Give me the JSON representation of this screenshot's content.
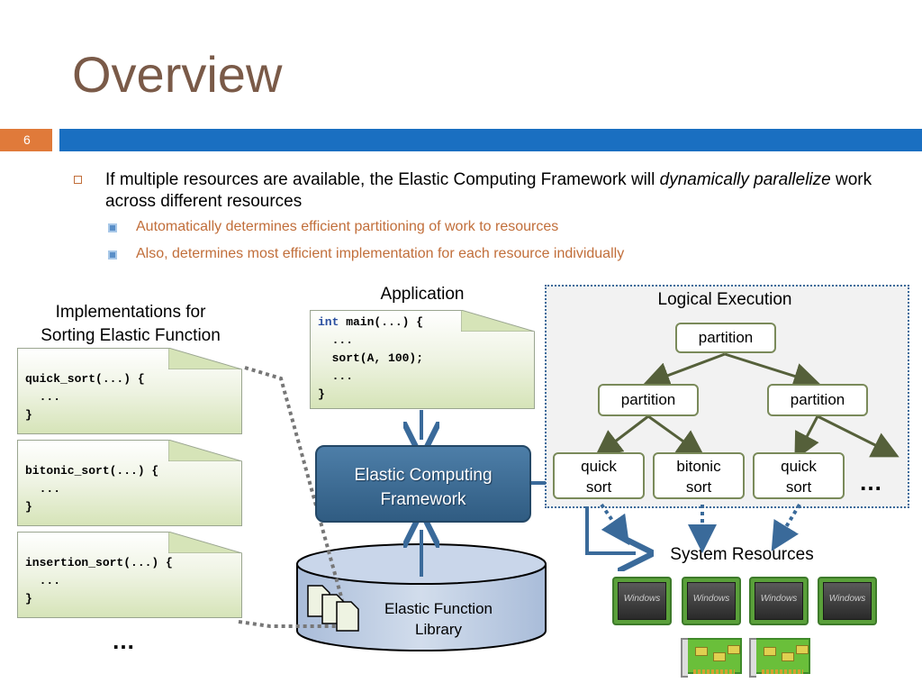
{
  "slide": {
    "title": "Overview",
    "number": "6"
  },
  "bullets": {
    "main_pre": "If multiple resources are available, the Elastic Computing Framework will ",
    "main_em": "dynamically parallelize",
    "main_post": " work across different resources",
    "sub": [
      "Automatically determines efficient partitioning of work to resources",
      "Also, determines most efficient implementation for each resource individually"
    ]
  },
  "implementations": {
    "heading_line1": "Implementations for",
    "heading_line2": "Sorting Elastic Function",
    "docs": [
      {
        "line1": "quick_sort(...) {",
        "line2": "  ...",
        "line3": "}"
      },
      {
        "line1": "bitonic_sort(...) {",
        "line2": "  ...",
        "line3": "}"
      },
      {
        "line1": "insertion_sort(...) {",
        "line2": "  ...",
        "line3": "}"
      }
    ],
    "more": "…"
  },
  "application": {
    "label": "Application",
    "kw": "int",
    "line1_rest": " main(...) {",
    "line2": "  ...",
    "line3": "  sort(A, 100);",
    "line4": "  ...",
    "line5": "}"
  },
  "framework": {
    "line1": "Elastic Computing",
    "line2": "Framework"
  },
  "library": {
    "line1": "Elastic Function",
    "line2": "Library"
  },
  "logical": {
    "label": "Logical Execution",
    "root": "partition",
    "left": "partition",
    "right": "partition",
    "leaves": [
      {
        "line1": "quick",
        "line2": "sort"
      },
      {
        "line1": "bitonic",
        "line2": "sort"
      },
      {
        "line1": "quick",
        "line2": "sort"
      }
    ],
    "more": "…"
  },
  "resources": {
    "label": "System Resources",
    "cpu_label": "Windows"
  },
  "colors": {
    "title": "#7a5a48",
    "accent_orange": "#e07a3a",
    "accent_blue": "#1a6fc1",
    "arrow": "#3a6a9a",
    "tree_line": "#55603a"
  }
}
